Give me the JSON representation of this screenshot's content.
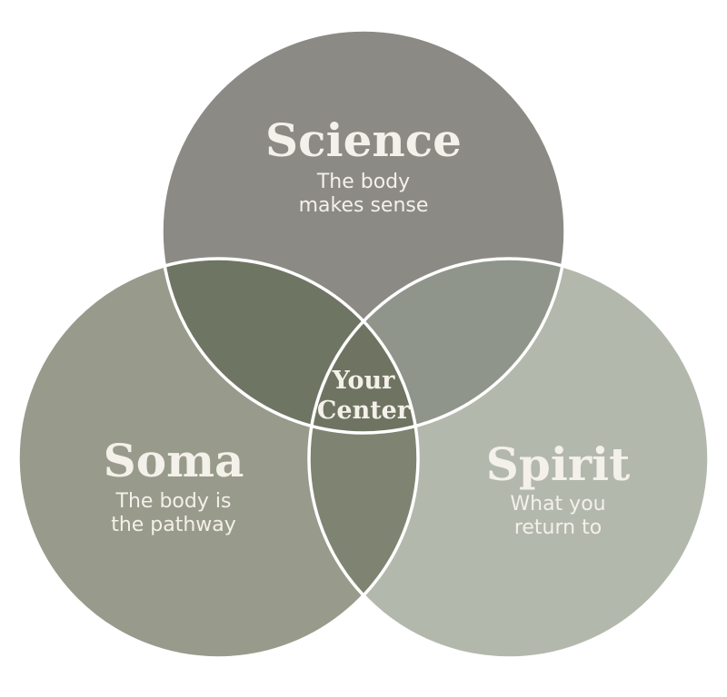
{
  "colors": {
    "science": "#8b8a85",
    "soma": "#989b8b",
    "spirit": "#b3b8ac",
    "science_soma": "#6f7563",
    "science_spirit": "#8f958a",
    "soma_spirit": "#7f8472",
    "center": "#6e7461",
    "outline": "#ffffff",
    "text": "#f4f0ea"
  },
  "sets": {
    "science": {
      "title": "Science",
      "sub1": "The body",
      "sub2": "makes sense"
    },
    "soma": {
      "title": "Soma",
      "sub1": "The body is",
      "sub2": "the pathway"
    },
    "spirit": {
      "title": "Spirit",
      "sub1": "What you",
      "sub2": "return to"
    }
  },
  "center": {
    "line1": "Your",
    "line2": "Center"
  }
}
